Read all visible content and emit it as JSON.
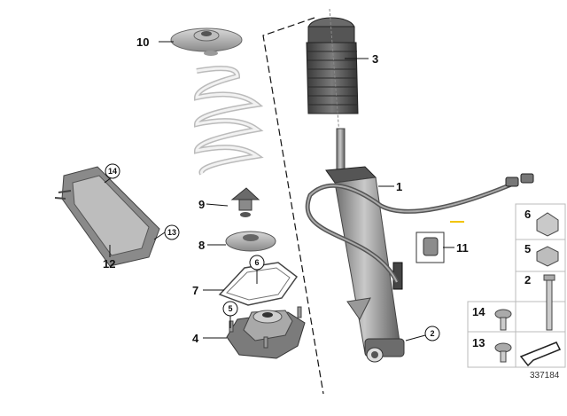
{
  "callouts": {
    "c1": "1",
    "c2": "2",
    "c3": "3",
    "c4": "4",
    "c5": "5",
    "c6": "6",
    "c7": "7",
    "c8": "8",
    "c9": "9",
    "c10": "10",
    "c11": "11",
    "c12": "12",
    "c13": "13",
    "c14": "14"
  },
  "legend": {
    "row_6": "6",
    "row_5": "5",
    "row_2": "2",
    "row_14": "14",
    "row_13": "13"
  },
  "reference_number": "337184",
  "colors": {
    "part_grey": "#8f8f8f",
    "dark_grey": "#4a4a4a",
    "light_grey": "#d6d6d6",
    "highlight": "#f2c400"
  }
}
